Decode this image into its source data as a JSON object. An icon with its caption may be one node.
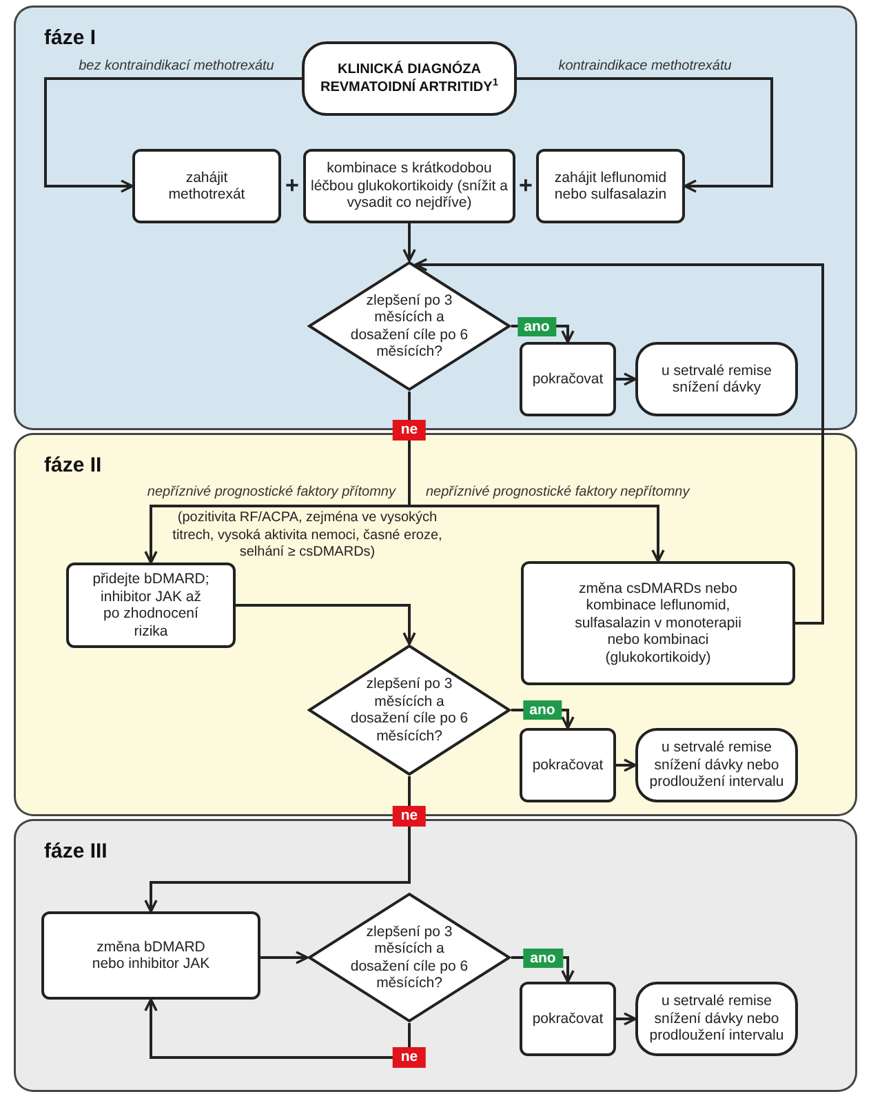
{
  "diagram": {
    "nodes": [
      {
        "text": [
          "fáze I"
        ]
      },
      {
        "text": [
          "KLINICKÁ DIAGNÓZA REVMATOIDNÍ ARTRITIDY$^{1}$"
        ],
        "in": 0
      },
      {
        "text": [
          "zahájit methotrexát"
        ],
        "in": 0
      },
      {
        "text": [
          "kombinace s krátkodobou léčbou glukokortikoidy (snížit a vysadit co nejdříve)"
        ],
        "in": 0
      },
      {
        "text": [
          "zahájit leflunomid nebo sulfasalazin"
        ],
        "in": 0
      },
      {
        "text": [
          "zlepšení po 3 měsících a dosažení cíle po 6 měsících?"
        ],
        "in": 0
      },
      {
        "text": [
          "pokračovat"
        ],
        "in": 0
      },
      {
        "text": [
          "u setrvalé remise snížení dávky"
        ],
        "in": 0
      },
      {
        "text": [
          "fáze II"
        ]
      },
      {
        "text": [
          "přidejte bDMARD; inhibitor JAK až po zhodnocení rizika"
        ],
        "in": 8
      },
      {
        "text": [
          "změna csDMARDs nebo kombinace leflunomid, sulfasalazin v monoterapii nebo kombinaci (glukokortikoidy)"
        ],
        "in": 8
      },
      {
        "text": [
          "zlepšení po 3 měsících a dosažení cíle po 6 měsících?"
        ],
        "in": 8
      },
      {
        "text": [
          "pokračovat"
        ],
        "in": 8
      },
      {
        "text": [
          "u setrvalé remise snížení dávky nebo prodloužení intervalu"
        ],
        "in": 8
      },
      {
        "text": [
          "fáze III"
        ]
      },
      {
        "text": [
          "změna bDMARD nebo inhibitor JAK"
        ],
        "in": 14
      },
      {
        "text": [
          "zlepšení po 3 měsících a dosažení cíle po 6 měsících?"
        ],
        "in": 14
      },
      {
        "text": [
          "pokračovat"
        ],
        "in": 14
      },
      {
        "text": [
          "u setrvalé remise snížení dávky nebo prodloužení intervalu"
        ],
        "in": 14
      }
    ],
    "edges": [
      {
        "from": 1,
        "to": 2,
        "arrow": "to",
        "label": "bez kontraindikací methotrexátu"
      },
      {
        "from": 1,
        "to": 4,
        "arrow": "to",
        "label": "kontraindikace methotrexátu"
      },
      {
        "from": 3,
        "to": 5,
        "arrow": "to"
      },
      {
        "from": 5,
        "to": 6,
        "arrow": "to",
        "label": "ano"
      },
      {
        "from": 6,
        "to": 7,
        "arrow": "to"
      },
      {
        "from": 5,
        "to": 9,
        "arrow": "to",
        "label": "nepříznivé prognostické faktory přítomny"
      },
      {
        "from": 5,
        "to": 10,
        "arrow": "to",
        "label": "nepříznivé prognostické faktory nepřítomny"
      },
      {
        "from": 10,
        "to": 5,
        "arrow": "to"
      },
      {
        "from": 9,
        "to": 11,
        "arrow": "to"
      },
      {
        "from": 11,
        "to": 12,
        "arrow": "to",
        "label": "ano"
      },
      {
        "from": 12,
        "to": 13,
        "arrow": "to"
      },
      {
        "from": 11,
        "to": 15,
        "arrow": "to",
        "label": "ne"
      },
      {
        "from": 15,
        "to": 16,
        "arrow": "to"
      },
      {
        "from": 16,
        "to": 17,
        "arrow": "to",
        "label": "ano"
      },
      {
        "from": 17,
        "to": 18,
        "arrow": "to"
      },
      {
        "from": 16,
        "to": 15,
        "arrow": "to",
        "label": "ne"
      }
    ],
    "labels": [
      "+",
      "+",
      "ne",
      "(pozitivita RF/ACPA, zejména ve vysokých titrech, vysoká aktivita nemoci, časné eroze, selhání ≥ csDMARDs)"
    ]
  }
}
